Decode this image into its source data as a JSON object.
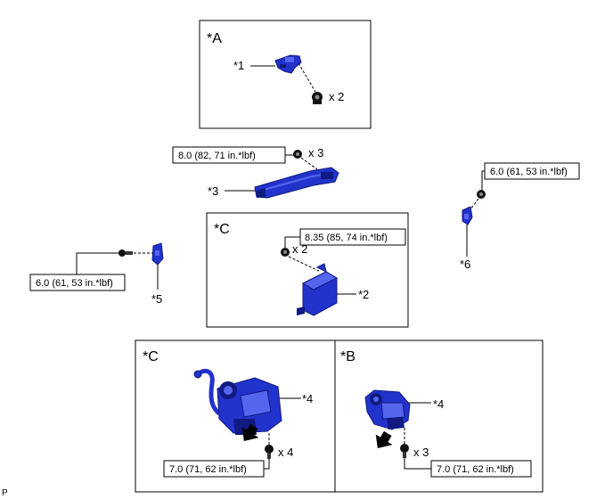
{
  "views": {
    "a": {
      "label": "*A"
    },
    "c_top": {
      "label": "*C"
    },
    "c_bottom": {
      "label": "*C"
    },
    "b": {
      "label": "*B"
    }
  },
  "callouts": {
    "p1": "*1",
    "p2": "*2",
    "p3": "*3",
    "p4_left": "*4",
    "p4_right": "*4",
    "p5": "*5",
    "p6": "*6"
  },
  "quantities": {
    "a_screw": "x 2",
    "p3_bolt": "x 3",
    "c_bolt": "x 2",
    "c_lower_bolt": "x 4",
    "b_lower_bolt": "x 3"
  },
  "torques": {
    "p3": "8.0 (82, 71 in.*lbf)",
    "p6": "6.0 (61, 53 in.*lbf)",
    "p2": "8.35 (85, 74 in.*lbf)",
    "p5": "6.0 (61, 53 in.*lbf)",
    "c_lower": "7.0 (71, 62 in.*lbf)",
    "b_lower": "7.0 (71, 62 in.*lbf)"
  },
  "corner_mark": "P",
  "colors": {
    "part_fill": "#2233cc",
    "part_dark": "#101a80",
    "part_light": "#5566ee"
  }
}
